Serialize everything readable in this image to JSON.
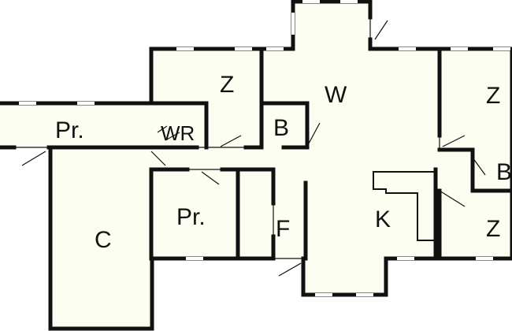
{
  "rooms": {
    "w": "W",
    "z_top_left": "Z",
    "z_top_right": "Z",
    "z_bottom_right": "Z",
    "pr_hall": "Pr.",
    "pr_middle": "Pr.",
    "wr": "WR",
    "b_center": "B",
    "b_right": "B",
    "c": "C",
    "f": "F",
    "k": "K"
  },
  "colors": {
    "floor": "#fdfef2",
    "wall": "#111111"
  }
}
